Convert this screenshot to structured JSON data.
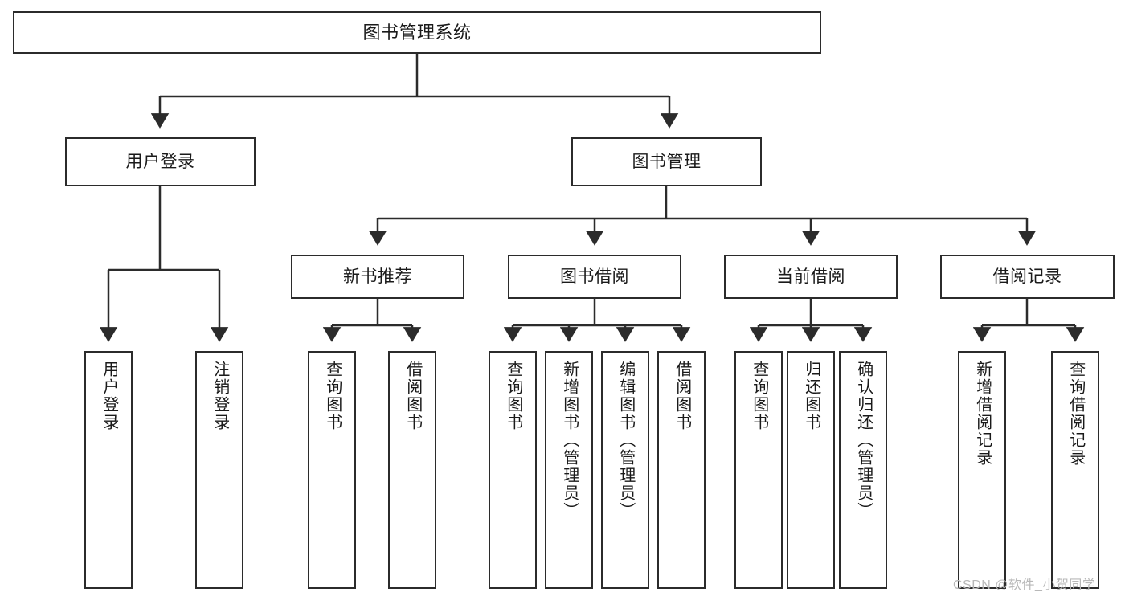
{
  "diagram": {
    "title": "图书管理系统",
    "type": "functional-decomposition-tree",
    "root": {
      "id": "root",
      "label": "图书管理系统"
    },
    "level2": [
      {
        "id": "user-login",
        "label": "用户登录"
      },
      {
        "id": "book-management",
        "label": "图书管理"
      }
    ],
    "level3": [
      {
        "id": "new-book-recommend",
        "label": "新书推荐",
        "parent": "book-management"
      },
      {
        "id": "book-borrow",
        "label": "图书借阅",
        "parent": "book-management"
      },
      {
        "id": "current-borrow",
        "label": "当前借阅",
        "parent": "book-management"
      },
      {
        "id": "borrow-record",
        "label": "借阅记录",
        "parent": "book-management"
      }
    ],
    "leaves": [
      {
        "id": "leaf-user-login",
        "label": "用户登录",
        "parent": "user-login"
      },
      {
        "id": "leaf-user-logout",
        "label": "注销登录",
        "parent": "user-login"
      },
      {
        "id": "leaf-query-book-1",
        "label": "查询图书",
        "parent": "new-book-recommend"
      },
      {
        "id": "leaf-borrow-book-1",
        "label": "借阅图书",
        "parent": "new-book-recommend"
      },
      {
        "id": "leaf-query-book-2",
        "label": "查询图书",
        "parent": "book-borrow"
      },
      {
        "id": "leaf-add-book",
        "label": "新增图书（管理员）",
        "parent": "book-borrow"
      },
      {
        "id": "leaf-edit-book",
        "label": "编辑图书（管理员）",
        "parent": "book-borrow"
      },
      {
        "id": "leaf-borrow-book-2",
        "label": "借阅图书",
        "parent": "book-borrow"
      },
      {
        "id": "leaf-query-book-3",
        "label": "查询图书",
        "parent": "current-borrow"
      },
      {
        "id": "leaf-return-book",
        "label": "归还图书",
        "parent": "current-borrow"
      },
      {
        "id": "leaf-confirm-return",
        "label": "确认归还（管理员）",
        "parent": "current-borrow"
      },
      {
        "id": "leaf-add-record",
        "label": "新增借阅记录",
        "parent": "borrow-record"
      },
      {
        "id": "leaf-query-record",
        "label": "查询借阅记录",
        "parent": "borrow-record"
      }
    ]
  },
  "watermark": {
    "text": "CSDN @软件_小贺同学"
  },
  "colors": {
    "stroke": "#2b2b2b",
    "background": "#ffffff",
    "text": "#1a1a1a",
    "watermark": "#b8b8b8"
  }
}
